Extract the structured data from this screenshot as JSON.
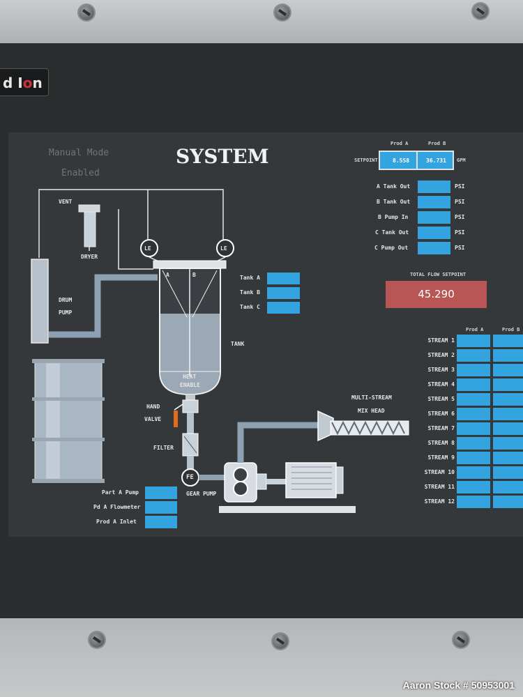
{
  "header": {
    "logo_text": "d Ion",
    "title": "SYSTEM"
  },
  "mode": {
    "line1": "Manual Mode",
    "line2": "Enabled"
  },
  "setpoint": {
    "label": "SETPOINT",
    "col_a": "Prod A",
    "col_b": "Prod B",
    "value_a": "8.558",
    "value_b": "36.731",
    "unit": "GPM"
  },
  "psi_fields": [
    {
      "label": "A Tank Out",
      "unit": "PSI"
    },
    {
      "label": "B Tank Out",
      "unit": "PSI"
    },
    {
      "label": "B Pump In",
      "unit": "PSI"
    },
    {
      "label": "C Tank Out",
      "unit": "PSI"
    },
    {
      "label": "C Pump Out",
      "unit": "PSI"
    }
  ],
  "total_flow": {
    "label": "TOTAL FLOW SETPOINT",
    "value": "45.290"
  },
  "tank_fields": [
    "Tank A",
    "Tank B",
    "Tank C"
  ],
  "streams": {
    "col_a": "Prod A",
    "col_b": "Prod B",
    "labels": [
      "STREAM 1",
      "STREAM 2",
      "STREAM 3",
      "STREAM 4",
      "STREAM 5",
      "STREAM 6",
      "STREAM 7",
      "STREAM 8",
      "STREAM 9",
      "STREAM 10",
      "STREAM 11",
      "STREAM 12"
    ]
  },
  "bottom_fields": [
    "Part A Pump",
    "Pd A Flowmeter",
    "Prod A Inlet"
  ],
  "diagram": {
    "vent": "VENT",
    "dryer": "DRYER",
    "drum": "DRUM",
    "pump": "PUMP",
    "le": "LE",
    "tank_a": "A",
    "tank_b": "B",
    "tank": "TANK",
    "heat": "HEAT",
    "enable": "ENABLE",
    "hand": "HAND",
    "valve": "VALVE",
    "filter": "FILTER",
    "fe": "FE",
    "gear_pump": "GEAR PUMP",
    "multi_stream": "MULTI-STREAM",
    "mix_head": "MIX HEAD"
  },
  "watermark": "Aaron Stock # 50953001"
}
